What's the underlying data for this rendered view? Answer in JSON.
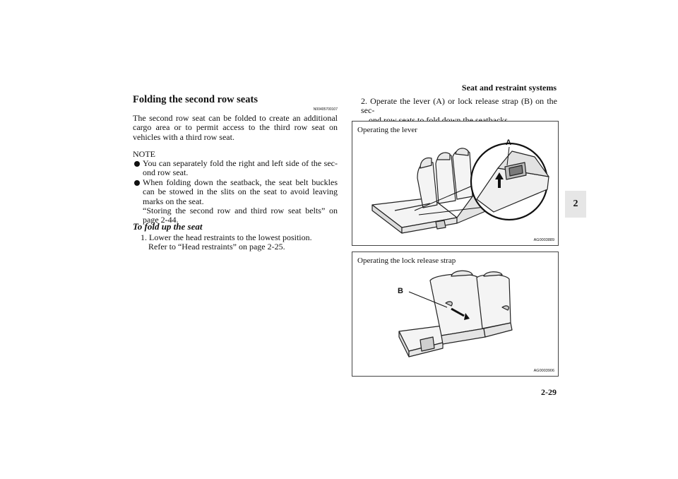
{
  "header": {
    "section_title": "Seat and restraint systems",
    "page_number": "2-29"
  },
  "side_tab": {
    "label": "2"
  },
  "left_column": {
    "heading": "Folding the second row seats",
    "heading_code": "N00405700107",
    "intro": "The second row seat can be folded to create an additional cargo area or to permit access to the third row seat on vehicles with a third row seat.",
    "note_label": "NOTE",
    "note_bullets": [
      "You can separately fold the right and left side of the sec-ond row seat.",
      "When folding down the seatback, the seat belt buckles can be stowed in the slits on the seat to avoid leaving marks on the seat."
    ],
    "note_reference": "“Storing the second row and third row seat belts” on page 2-44.",
    "subheading": "To fold up the seat",
    "step1_text": "1. Lower the head restraints to the lowest position.",
    "step1_ref": "Refer to “Head restraints” on page 2-25."
  },
  "right_column": {
    "step2_line1": "2. Operate the lever (A) or lock release strap (B) on the sec-",
    "step2_line2": "ond row seats to fold down the seatbacks.",
    "figure1": {
      "caption": "Operating the lever",
      "callout": "A",
      "code": "AG0003889"
    },
    "figure2": {
      "caption": "Operating the lock release strap",
      "callout": "B",
      "code": "AG0003906"
    }
  }
}
